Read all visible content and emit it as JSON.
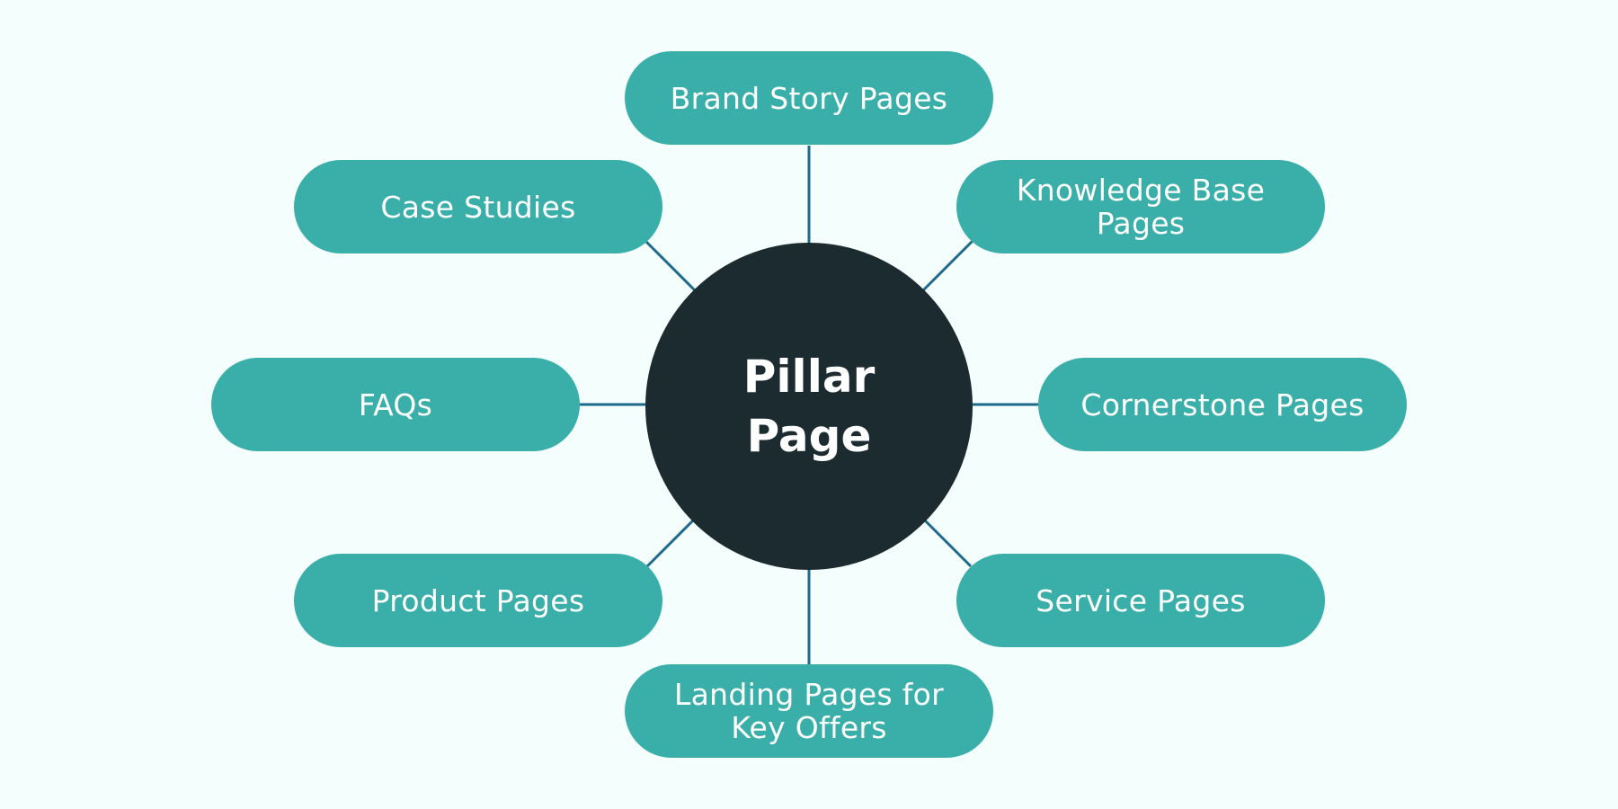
{
  "diagram": {
    "center": {
      "line1": "Pillar",
      "line2": "Page"
    },
    "nodes": [
      {
        "id": "brand-story",
        "label": "Brand Story Pages"
      },
      {
        "id": "case-studies",
        "label": "Case Studies"
      },
      {
        "id": "knowledge-base",
        "label": "Knowledge Base Pages"
      },
      {
        "id": "faqs",
        "label": "FAQs"
      },
      {
        "id": "cornerstone",
        "label": "Cornerstone Pages"
      },
      {
        "id": "product",
        "label": "Product Pages"
      },
      {
        "id": "service",
        "label": "Service Pages"
      },
      {
        "id": "landing",
        "label": "Landing Pages for Key Offers"
      }
    ],
    "colors": {
      "background": "#f3fefd",
      "hub": "#1c2b30",
      "node": "#3aafa9",
      "connector": "#1f6a8c",
      "text": "#ffffff"
    }
  }
}
